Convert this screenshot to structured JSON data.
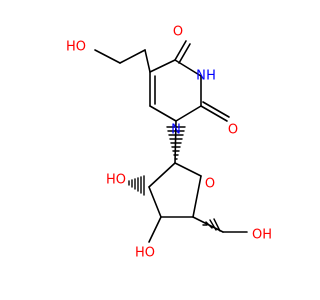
{
  "molecule": {
    "atoms": {
      "ho_top": "HO",
      "o_top": "O",
      "o_right": "O",
      "nh": "H",
      "n_top": "N",
      "n_mid": "N",
      "ring_o": "O",
      "ho_left_upper": "HO",
      "ho_left_lower": "HO",
      "oh_right": "OH"
    },
    "colors": {
      "carbon_bond": "#000000",
      "oxygen": "#ff0000",
      "nitrogen": "#0000ff"
    }
  }
}
